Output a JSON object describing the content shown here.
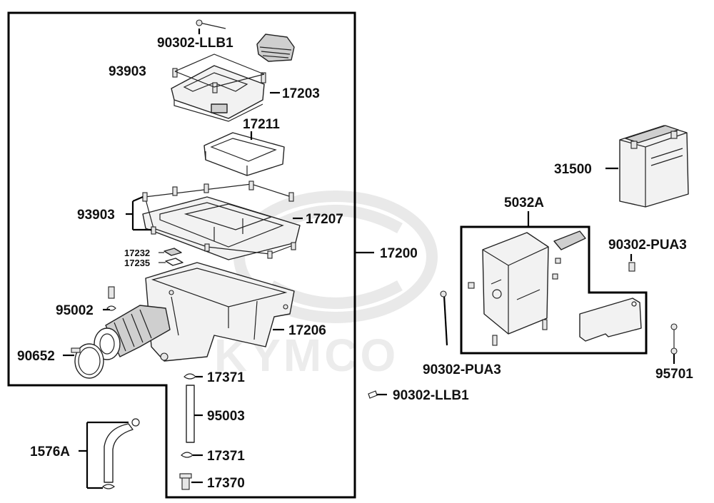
{
  "brand_watermark": "KYMCO",
  "labels": {
    "p90302_llb1_top": "90302-LLB1",
    "p93903_top": "93903",
    "p17203": "17203",
    "p17211": "17211",
    "p93903_mid": "93903",
    "p17207": "17207",
    "p17232": "17232",
    "p17235": "17235",
    "p17200": "17200",
    "p95002": "95002",
    "p17206": "17206",
    "p90652": "90652",
    "p17371_a": "17371",
    "p95003": "95003",
    "p17371_b": "17371",
    "p17370": "17370",
    "p1576a": "1576A",
    "p31500": "31500",
    "p5032a": "5032A",
    "p90302_pua3_right": "90302-PUA3",
    "p90302_pua3_mid": "90302-PUA3",
    "p95701": "95701",
    "p90302_llb1_bottom": "90302-LLB1"
  }
}
